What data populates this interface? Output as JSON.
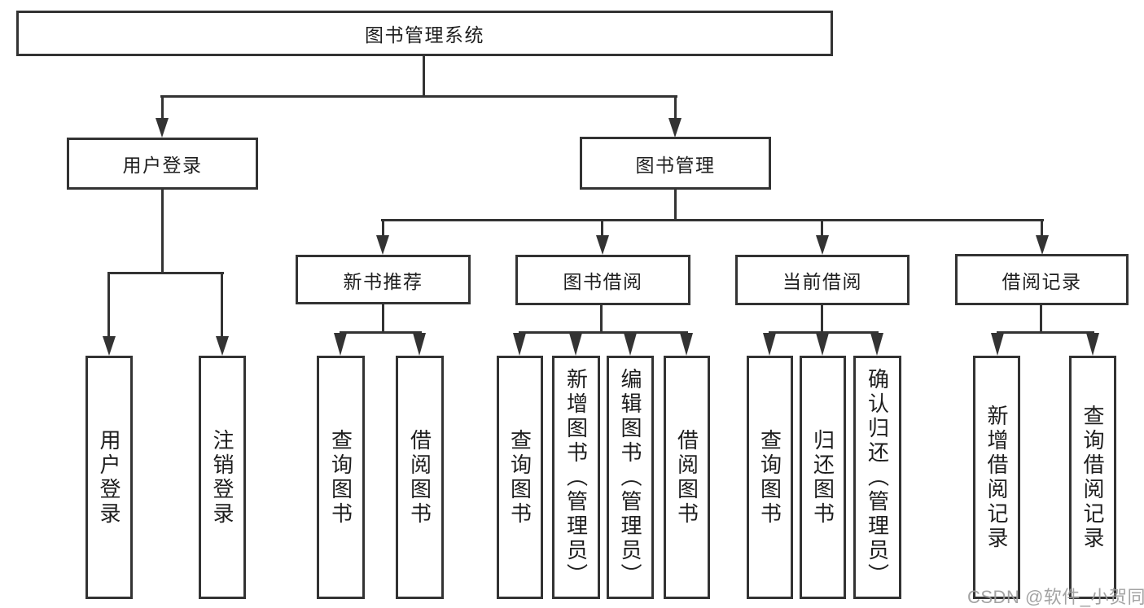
{
  "tree": {
    "label": "图书管理系统",
    "children": [
      {
        "label": "用户登录",
        "children": [
          {
            "label": "用户登录"
          },
          {
            "label": "注销登录"
          }
        ]
      },
      {
        "label": "图书管理",
        "children": [
          {
            "label": "新书推荐",
            "children": [
              {
                "label": "查询图书"
              },
              {
                "label": "借阅图书"
              }
            ]
          },
          {
            "label": "图书借阅",
            "children": [
              {
                "label": "查询图书"
              },
              {
                "label": "新增图书（管理员）"
              },
              {
                "label": "编辑图书（管理员）"
              },
              {
                "label": "借阅图书"
              }
            ]
          },
          {
            "label": "当前借阅",
            "children": [
              {
                "label": "查询图书"
              },
              {
                "label": "归还图书"
              },
              {
                "label": "确认归还（管理员）"
              }
            ]
          },
          {
            "label": "借阅记录",
            "children": [
              {
                "label": "新增借阅记录"
              },
              {
                "label": "查询借阅记录"
              }
            ]
          }
        ]
      }
    ]
  },
  "watermark": {
    "text": "CSDN @软件_小贺同学"
  },
  "colors": {
    "line": "#333333",
    "text": "#1e1e1e",
    "background": "#ffffff",
    "watermark": "#9b9b9b"
  }
}
